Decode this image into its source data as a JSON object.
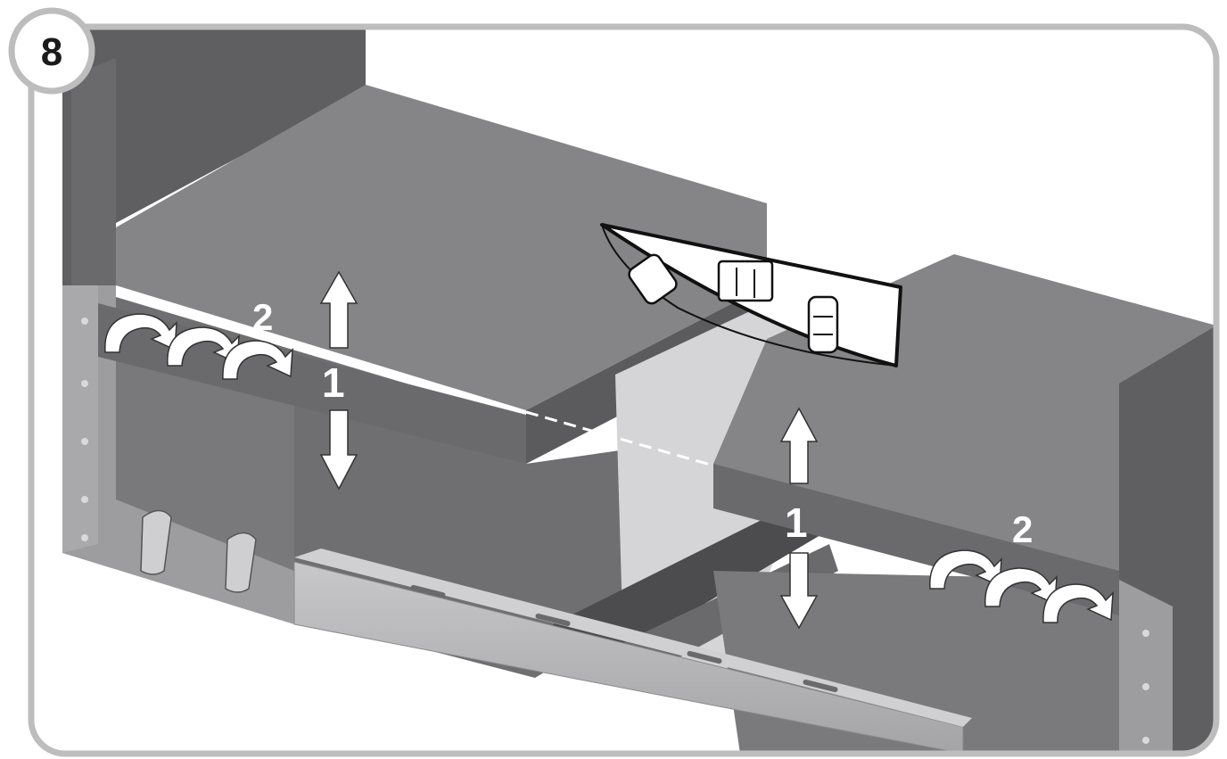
{
  "step": {
    "number": "8"
  },
  "labels": {
    "left_adjust": "1",
    "right_adjust": "1",
    "left_screws": "2",
    "right_screws": "2"
  },
  "colors": {
    "frame": "#bdbdbd",
    "panel_dark": "#5f5f61",
    "panel_mid": "#858587",
    "panel_light": "#9d9d9f",
    "rail": "#b4b4b6",
    "arrow": "#ffffff"
  }
}
